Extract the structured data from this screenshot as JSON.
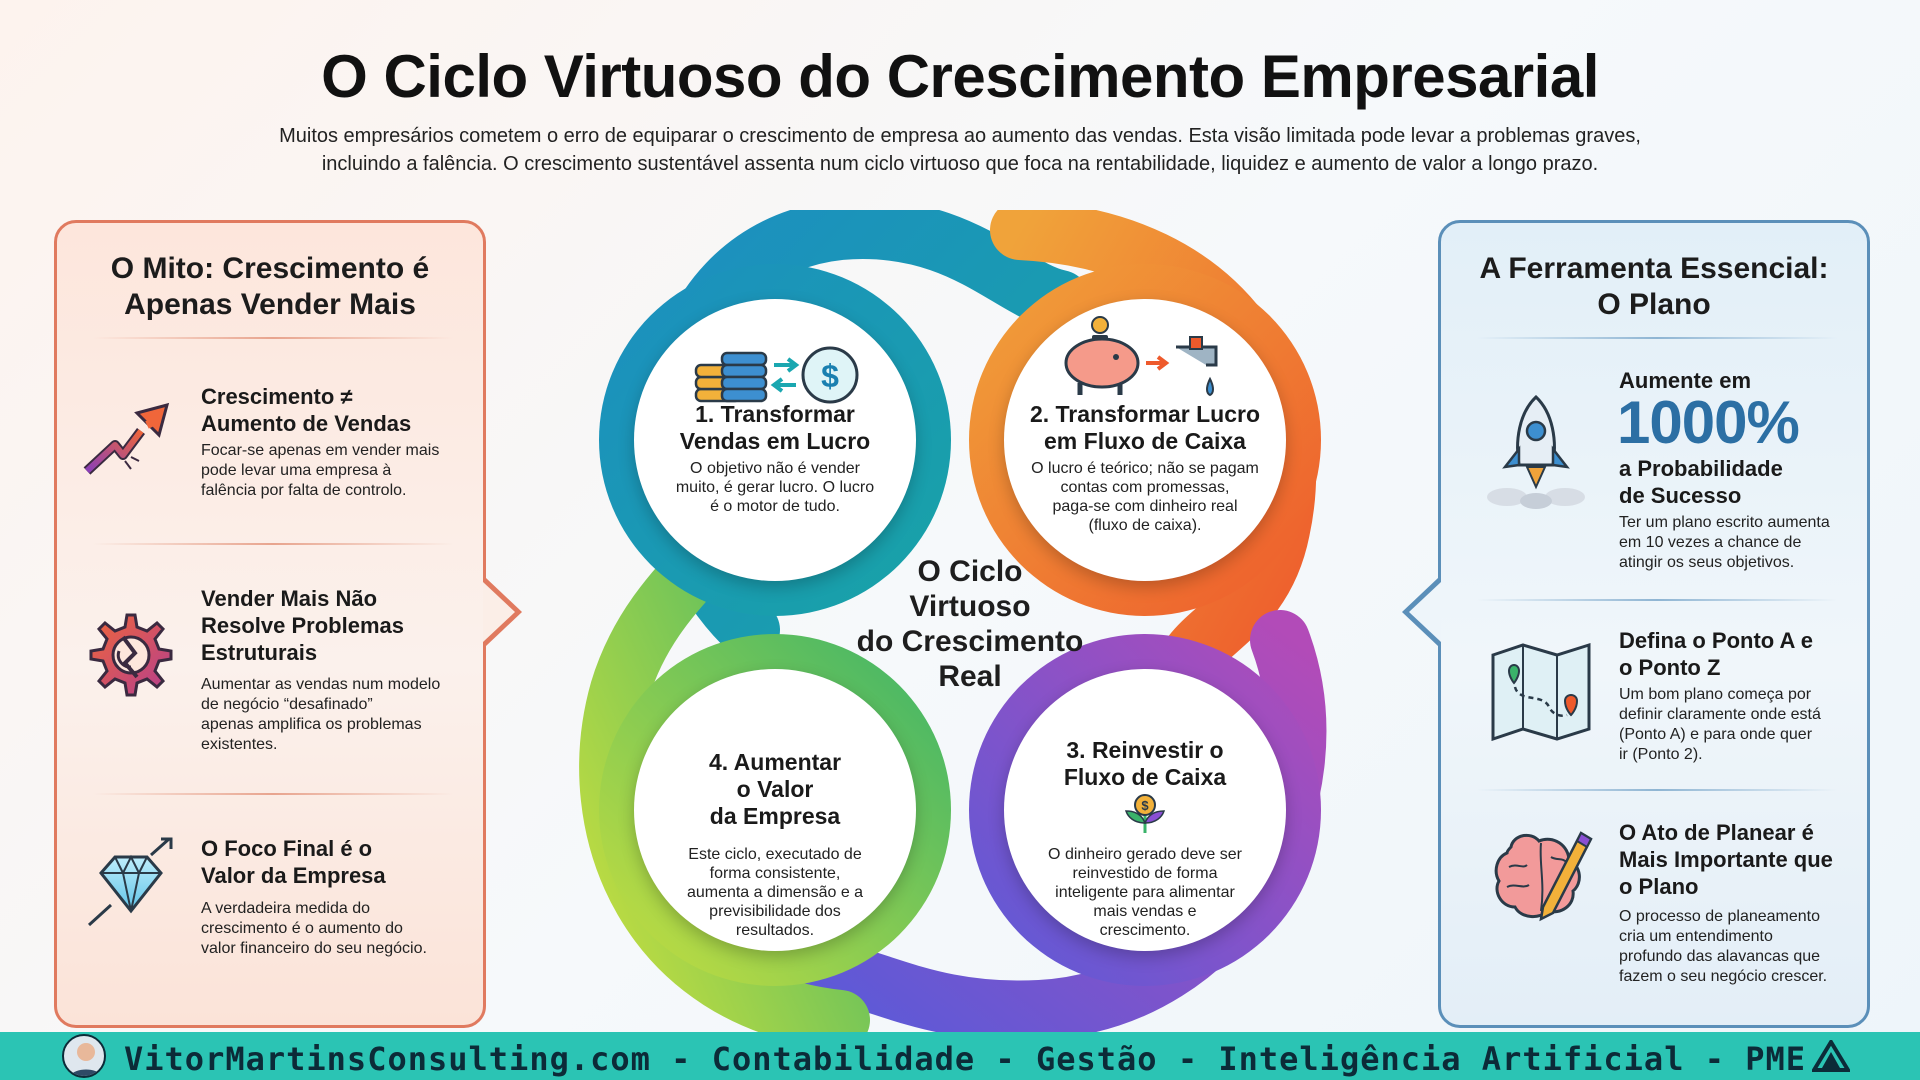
{
  "header": {
    "title": "O Ciclo Virtuoso do Crescimento Empresarial",
    "subtitle_line1": "Muitos empresários cometem o erro de equiparar o crescimento de empresa ao aumento das vendas. Esta visão limitada pode levar a problemas graves,",
    "subtitle_line2": "incluindo a falência. O crescimento sustentável assenta num ciclo virtuoso que foca na rentabilidade, liquidez e aumento de valor a longo prazo."
  },
  "left_panel": {
    "title_line1": "O Mito: Crescimento é",
    "title_line2": "Apenas Vender Mais",
    "items": [
      {
        "icon": "broken-arrow-icon",
        "head_line1": "Crescimento ≠",
        "head_line2": "Aumento de Vendas",
        "text": [
          "Focar-se apenas em vender mais",
          "pode levar uma empresa à",
          "falência por falta de controlo."
        ]
      },
      {
        "icon": "broken-gear-icon",
        "head_line1": "Vender Mais Não",
        "head_line2": "Resolve Problemas",
        "head_line3": "Estruturais",
        "text": [
          "Aumentar as vendas num modelo",
          "de negócio “desafinado”",
          "apenas amplifica os problemas",
          "existentes."
        ]
      },
      {
        "icon": "diamond-icon",
        "head_line1": "O Foco Final é o",
        "head_line2": "Valor da Empresa",
        "text": [
          "A verdadeira medida do",
          "crescimento é o aumento do",
          "valor financeiro do seu negócio."
        ]
      }
    ]
  },
  "cycle": {
    "center_label": [
      "O Ciclo",
      "Virtuoso",
      "do Crescimento",
      "Real"
    ],
    "steps": [
      {
        "icon": "coins-exchange-icon",
        "head": [
          "1. Transformar",
          "Vendas em Lucro"
        ],
        "text": [
          "O objetivo não é vender",
          "muito, é gerar lucro. O lucro",
          "é o motor de tudo."
        ],
        "color": "#1f8fc2"
      },
      {
        "icon": "piggy-bank-tap-icon",
        "head": [
          "2. Transformar Lucro",
          "em Fluxo de Caixa"
        ],
        "text": [
          "O lucro é teórico; não se pagam",
          "contas com promessas,",
          "paga-se com dinheiro real",
          "(fluxo de caixa)."
        ],
        "color": "#f28a2e"
      },
      {
        "icon": "money-plant-icon",
        "head": [
          "3. Reinvestir o",
          "Fluxo de Caixa"
        ],
        "text": [
          "O dinheiro gerado deve ser",
          "reinvestido de forma",
          "inteligente para alimentar",
          "mais vendas e",
          "crescimento."
        ],
        "color": "#8a4fd3"
      },
      {
        "icon": "",
        "head": [
          "4. Aumentar",
          "o Valor",
          "da Empresa"
        ],
        "text": [
          "Este ciclo, executado de",
          "forma consistente,",
          "aumenta a dimensão e a",
          "previsibilidade dos",
          "resultados."
        ],
        "color": "#8cc63f"
      }
    ]
  },
  "right_panel": {
    "title_line1": "A Ferramenta Essencial:",
    "title_line2": "O Plano",
    "items": [
      {
        "icon": "rocket-icon",
        "head_pre": "Aumente em",
        "big": "1000%",
        "head_line1": "a Probabilidade",
        "head_line2": "de Sucesso",
        "text": [
          "Ter um plano escrito aumenta",
          "em 10 vezes a chance de",
          "atingir os seus objetivos."
        ]
      },
      {
        "icon": "map-icon",
        "head_line1": "Defina o Ponto A e",
        "head_line2": "o Ponto Z",
        "text": [
          "Um bom plano começa por",
          "definir claramente onde está",
          "(Ponto A) e para onde quer",
          "ir (Ponto 2)."
        ]
      },
      {
        "icon": "brain-pencil-icon",
        "head_line1": "O Ato de Planear é",
        "head_line2": "Mais Importante que",
        "head_line3": "o Plano",
        "text": [
          "O processo de planeamento",
          "cria um entendimento",
          "profundo das alavancas que",
          "fazem o seu negócio crescer."
        ]
      }
    ]
  },
  "footer": {
    "text": "VitorMartinsConsulting.com - Contabilidade - Gestão - Inteligência Artificial - PME",
    "bg": "#2bc4b4"
  }
}
